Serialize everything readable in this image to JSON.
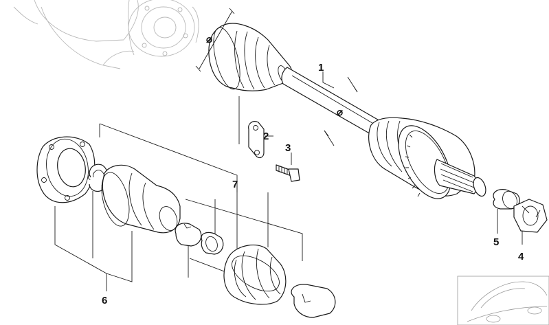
{
  "callouts": {
    "c1": "1",
    "c2": "2",
    "c3": "3",
    "c4": "4",
    "c5": "5",
    "c6": "6",
    "c7": "7"
  },
  "diameter_symbols": {
    "outer_joint": "⌀",
    "shaft": "⌀"
  },
  "colors": {
    "line": "#1a1a1a",
    "ghost": "#b8b8b8",
    "background": "#ffffff"
  },
  "icons": [
    "drive-shaft",
    "cv-joint-boot",
    "wheel-hub-flange",
    "circlip",
    "hose-clamp",
    "bolt",
    "hex-collar-nut",
    "spacer-ring",
    "bracket-plate",
    "car-thumbnail"
  ]
}
